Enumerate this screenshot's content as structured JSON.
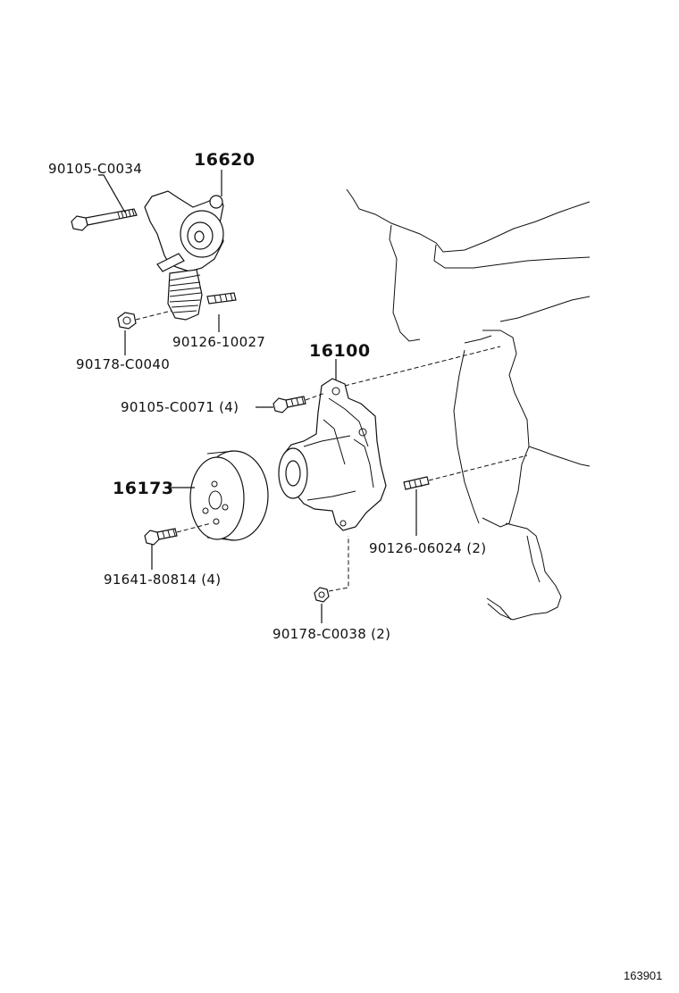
{
  "diagram_id": "163901",
  "callouts": {
    "tensioner": "16620",
    "bolt_tensioner": "90105-C0034",
    "stud_tensioner": "90126-10027",
    "nut_tensioner": "90178-C0040",
    "water_pump": "16100",
    "bolt_pump": "90105-C0071 (4)",
    "pulley": "16173",
    "bolt_pulley": "91641-80814 (4)",
    "stud_pump": "90126-06024 (2)",
    "nut_pump": "90178-C0038 (2)"
  }
}
